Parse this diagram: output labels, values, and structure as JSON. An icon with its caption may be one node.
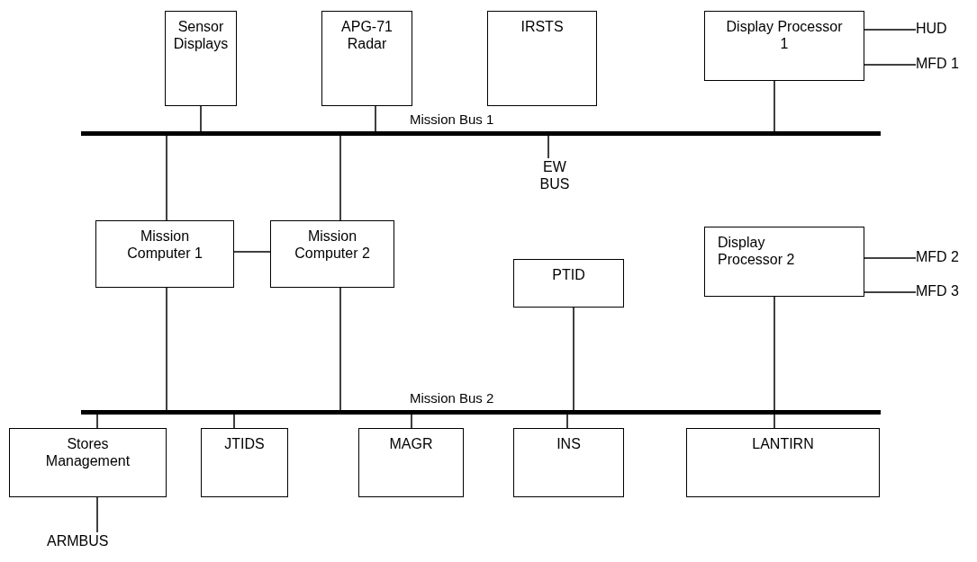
{
  "diagram": {
    "nodes": [
      {
        "text": [
          "Sensor Displays"
        ]
      },
      {
        "text": [
          "APG-71 Radar"
        ]
      },
      {
        "text": [
          "IRSTS"
        ]
      },
      {
        "text": [
          "Display Processor 1"
        ]
      },
      {
        "text": [
          "HUD"
        ]
      },
      {
        "text": [
          "MFD 1"
        ]
      },
      {
        "text": [
          "Mission Bus 1"
        ]
      },
      {
        "text": [
          "EW BUS"
        ]
      },
      {
        "text": [
          "Mission Computer 1"
        ]
      },
      {
        "text": [
          "Mission Computer 2"
        ]
      },
      {
        "text": [
          "PTID"
        ]
      },
      {
        "text": [
          "Display Processor 2"
        ]
      },
      {
        "text": [
          "MFD 2"
        ]
      },
      {
        "text": [
          "MFD 3"
        ]
      },
      {
        "text": [
          "Mission Bus 2"
        ]
      },
      {
        "text": [
          "Stores Management"
        ]
      },
      {
        "text": [
          "JTIDS"
        ]
      },
      {
        "text": [
          "MAGR"
        ]
      },
      {
        "text": [
          "INS"
        ]
      },
      {
        "text": [
          "LANTIRN"
        ]
      },
      {
        "text": [
          "ARMBUS"
        ]
      }
    ],
    "edges": [
      {
        "from": 0,
        "to": 6,
        "arrow": "none"
      },
      {
        "from": 1,
        "to": 6,
        "arrow": "none"
      },
      {
        "from": 3,
        "to": 6,
        "arrow": "none"
      },
      {
        "from": 3,
        "to": 4,
        "arrow": "none"
      },
      {
        "from": 3,
        "to": 5,
        "arrow": "none"
      },
      {
        "from": 6,
        "to": 7,
        "arrow": "none"
      },
      {
        "from": 6,
        "to": 8,
        "arrow": "none"
      },
      {
        "from": 6,
        "to": 9,
        "arrow": "none"
      },
      {
        "from": 8,
        "to": 9,
        "arrow": "none"
      },
      {
        "from": 8,
        "to": 14,
        "arrow": "none"
      },
      {
        "from": 9,
        "to": 14,
        "arrow": "none"
      },
      {
        "from": 10,
        "to": 14,
        "arrow": "none"
      },
      {
        "from": 11,
        "to": 14,
        "arrow": "none"
      },
      {
        "from": 11,
        "to": 12,
        "arrow": "none"
      },
      {
        "from": 11,
        "to": 13,
        "arrow": "none"
      },
      {
        "from": 14,
        "to": 15,
        "arrow": "none"
      },
      {
        "from": 14,
        "to": 16,
        "arrow": "none"
      },
      {
        "from": 14,
        "to": 17,
        "arrow": "none"
      },
      {
        "from": 14,
        "to": 18,
        "arrow": "none"
      },
      {
        "from": 14,
        "to": 19,
        "arrow": "none"
      },
      {
        "from": 15,
        "to": 20,
        "arrow": "none"
      }
    ]
  }
}
